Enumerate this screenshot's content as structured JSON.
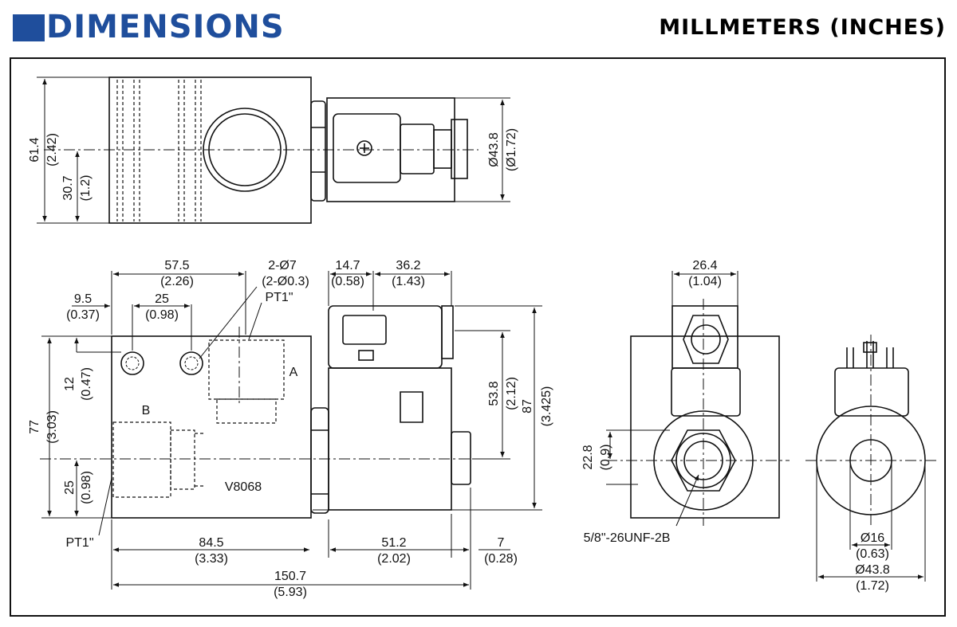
{
  "header": {
    "title": "DIMENSIONS",
    "units": "MILLMETERS (INCHES)",
    "accent_color": "#1f4e9c"
  },
  "drawing": {
    "top_view": {
      "height_mm": "61.4",
      "height_in": "(2.42)",
      "port_offset_mm": "30.7",
      "port_offset_in": "(1.2)",
      "coil_dia_mm": "Ø43.8",
      "coil_dia_in": "(Ø1.72)"
    },
    "front_view": {
      "width_57_mm": "57.5",
      "width_57_in": "(2.26)",
      "holes_mm": "2-Ø7",
      "holes_in": "(2-Ø0.3)",
      "port_pt1_top": "PT1\"",
      "edge_9_mm": "9.5",
      "edge_9_in": "(0.37)",
      "pitch_25_mm": "25",
      "pitch_25_in": "(0.98)",
      "port_a": "A",
      "port_b": "B",
      "hole_12_mm": "12",
      "hole_12_in": "(0.47)",
      "height_77_mm": "77",
      "height_77_in": "(3.03)",
      "port_25_mm": "25",
      "port_25_in": "(0.98)",
      "model": "V8068",
      "port_pt1_bottom": "PT1\"",
      "body_84_mm": "84.5",
      "body_84_in": "(3.33)",
      "total_150_mm": "150.7",
      "total_150_in": "(5.93)",
      "conn_14_mm": "14.7",
      "conn_14_in": "(0.58)",
      "conn_36_mm": "36.2",
      "conn_36_in": "(1.43)",
      "coil_53_mm": "53.8",
      "coil_53_in": "(2.12)",
      "overall_87_mm": "87",
      "overall_87_in": "(3.425)",
      "coil_51_mm": "51.2",
      "coil_51_in": "(2.02)",
      "nut_7_mm": "7",
      "nut_7_in": "(0.28)"
    },
    "side_view": {
      "width_26_mm": "26.4",
      "width_26_in": "(1.04)",
      "axis_22_mm": "22.8",
      "axis_22_in": "(0.9)",
      "thread": "5/8\"-26UNF-2B"
    },
    "coil_view": {
      "bore_mm": "Ø16",
      "bore_in": "(0.63)",
      "outer_mm": "Ø43.8",
      "outer_in": "(1.72)"
    }
  }
}
